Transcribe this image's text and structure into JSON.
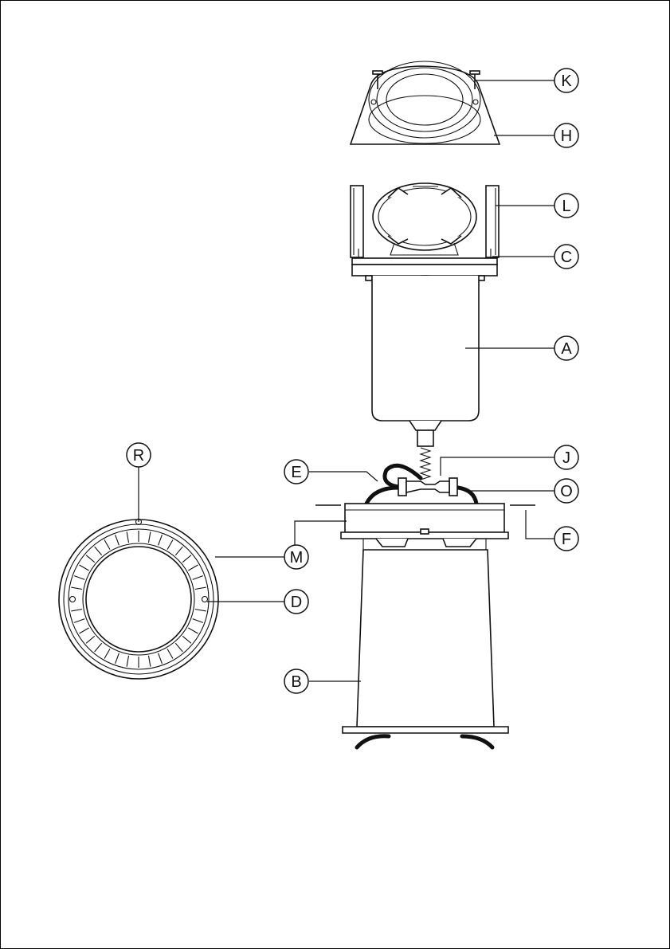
{
  "labels": {
    "A": "A",
    "B": "B",
    "C": "C",
    "D": "D",
    "E": "E",
    "F": "F",
    "H": "H",
    "J": "J",
    "K": "K",
    "L": "L",
    "M": "M",
    "O": "O",
    "R": "R"
  },
  "colors": {
    "line": "#111111",
    "background": "#ffffff"
  }
}
